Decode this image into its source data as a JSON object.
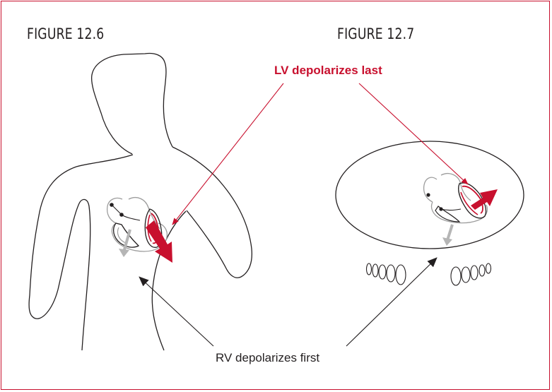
{
  "figures": {
    "left": {
      "label": "FIGURE 12.6"
    },
    "right": {
      "label": "FIGURE 12.7"
    }
  },
  "annotations": {
    "lv": "LV depolarizes last",
    "rv": "RV depolarizes first"
  },
  "colors": {
    "accent": "#c8102e",
    "outline": "#231f20",
    "heart_gray": "#9d9d9d",
    "arrow_gray": "#b5b5b5"
  }
}
